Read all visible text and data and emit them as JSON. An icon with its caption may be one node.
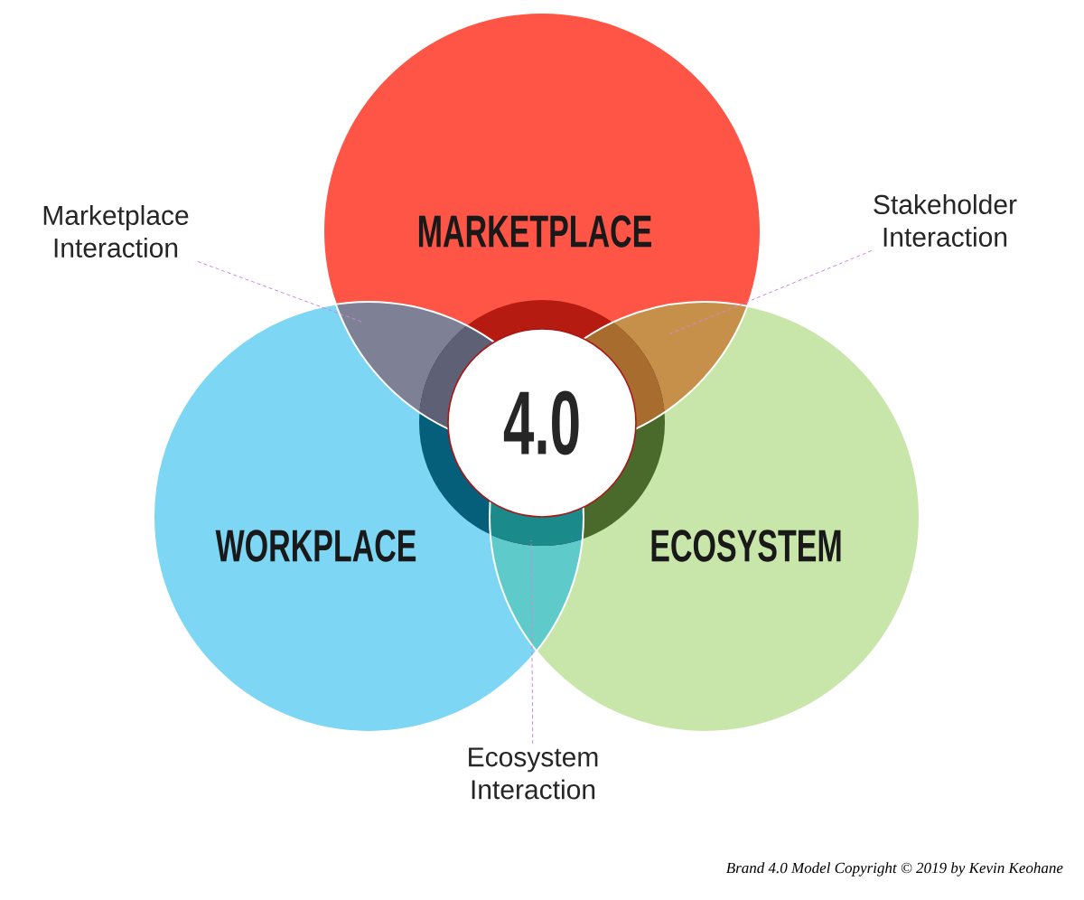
{
  "diagram": {
    "caption": "Brand 4.0 Model Copyright © 2019 by Kevin Keohane",
    "nodes": [
      {
        "text": [
          "MARKETPLACE"
        ]
      },
      {
        "text": [
          "WORKPLACE"
        ]
      },
      {
        "text": [
          "ECOSYSTEM"
        ]
      },
      {
        "text": [
          "4.0"
        ]
      },
      {
        "text": [
          "Marketplace Interaction"
        ]
      },
      {
        "text": [
          "Stakeholder Interaction"
        ]
      },
      {
        "text": [
          "Ecosystem Interaction"
        ]
      }
    ],
    "edges": [
      {
        "from": 4,
        "to": 1,
        "arrow": "none",
        "style": "dashed"
      },
      {
        "from": 5,
        "to": 2,
        "arrow": "none",
        "style": "dashed"
      },
      {
        "from": 6,
        "to": 1,
        "arrow": "none",
        "style": "dashed"
      }
    ]
  }
}
